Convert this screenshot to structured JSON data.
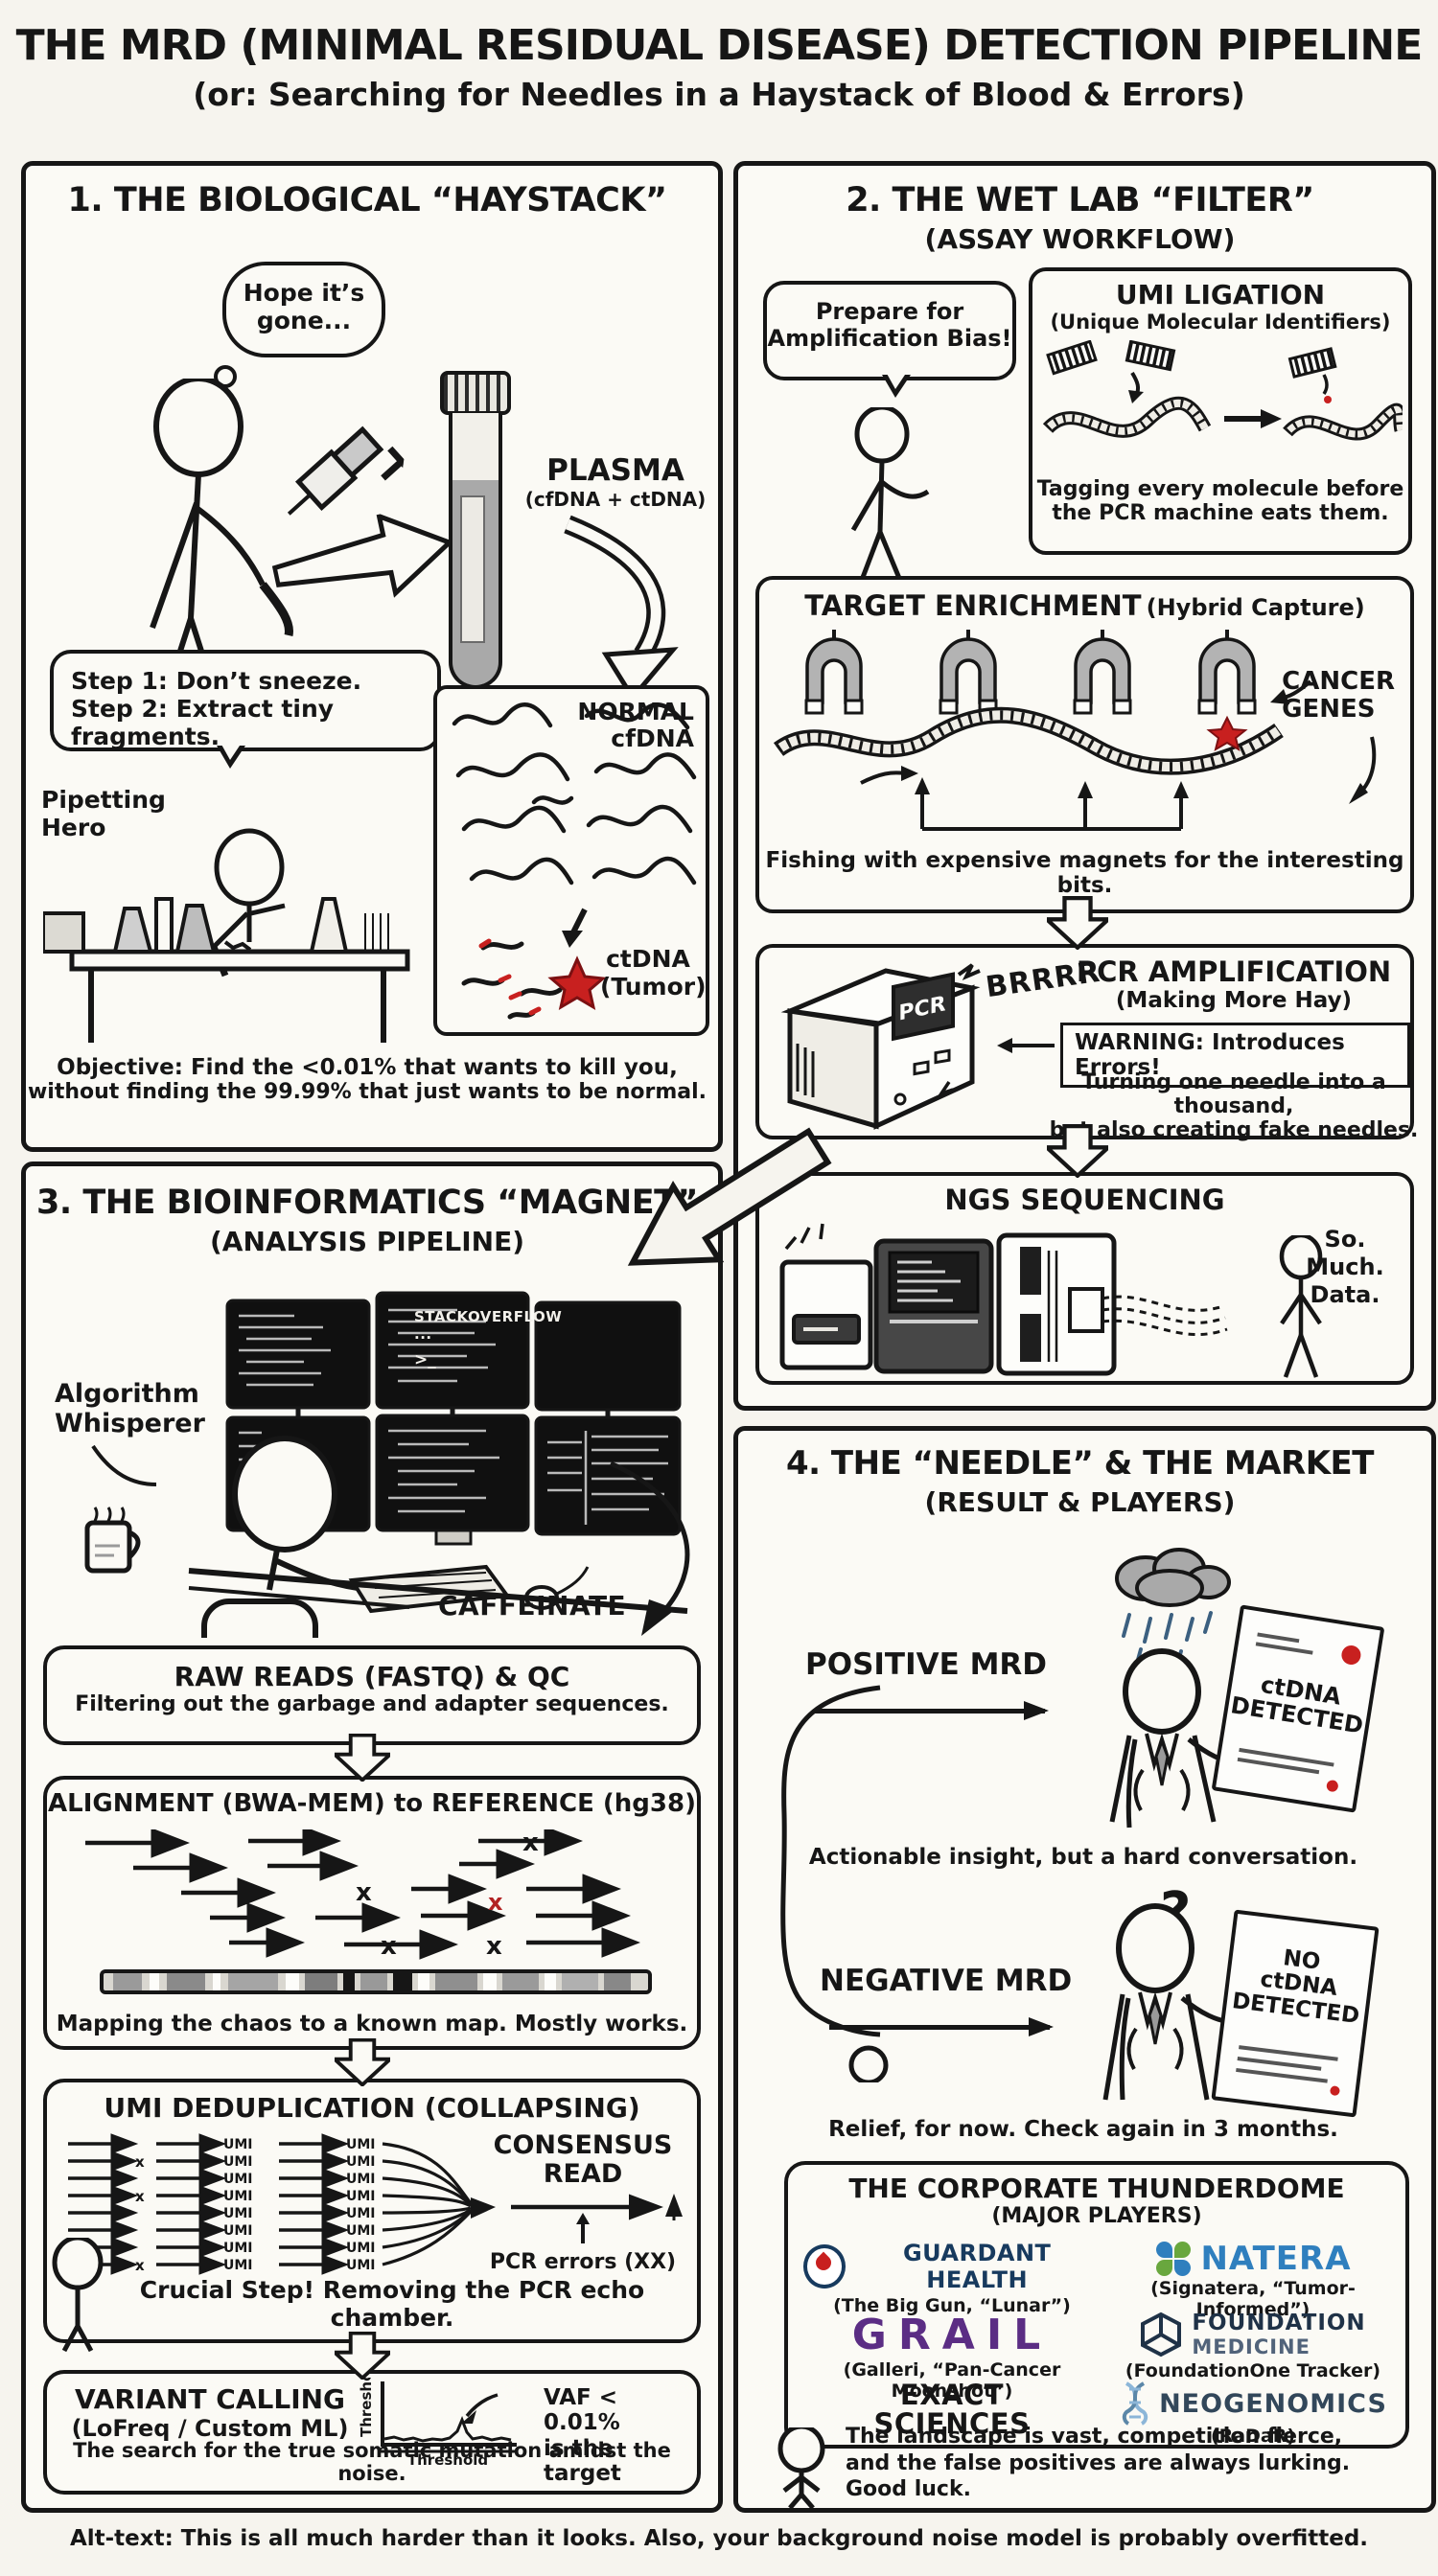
{
  "title": {
    "main": "THE MRD (MINIMAL RESIDUAL DISEASE) DETECTION PIPELINE",
    "sub": "(or: Searching for Needles in a Haystack of Blood & Errors)"
  },
  "panel1": {
    "heading": "1. THE BIOLOGICAL “HAYSTACK”",
    "thought1": "Hope it’s",
    "thought2": "gone...",
    "plasma": "PLASMA",
    "plasma_sub": "(cfDNA + ctDNA)",
    "step1": "Step 1: Don’t sneeze.",
    "step2": "Step 2: Extract tiny fragments.",
    "pipetting1": "Pipetting",
    "pipetting2": "Hero",
    "normal1": "NORMAL",
    "normal2": "cfDNA",
    "ctdna1": "ctDNA",
    "ctdna2": "(Tumor)",
    "objective1": "Objective: Find the <0.01% that wants to kill you,",
    "objective2": "without finding the 99.99% that just wants to be normal."
  },
  "panel2": {
    "heading": "2. THE WET LAB “FILTER”",
    "subheading": "(ASSAY WORKFLOW)",
    "bubble1": "Prepare for",
    "bubble2": "Amplification Bias!",
    "umi_title": "UMI LIGATION",
    "umi_sub": "(Unique Molecular Identifiers)",
    "umi_caption1": "Tagging every molecule before",
    "umi_caption2": "the PCR machine eats them.",
    "enrich_title": "TARGET ENRICHMENT",
    "enrich_paren": "(Hybrid Capture)",
    "cancer1": "CANCER",
    "cancer2": "GENES",
    "enrich_caption": "Fishing with expensive magnets for the interesting bits.",
    "pcr_title": "PCR AMPLIFICATION",
    "pcr_sub": "(Making More Hay)",
    "pcr_sound": "BRRRR",
    "pcr_screen": "PCR",
    "pcr_warning": "WARNING: Introduces Errors!",
    "pcr_caption1": "Turning one needle into a thousand,",
    "pcr_caption2": "but also creating fake needles.",
    "ngs_title": "NGS SEQUENCING",
    "ngs_quote1": "So. Much.",
    "ngs_quote2": "Data."
  },
  "panel3": {
    "heading": "3. THE BIOINFORMATICS “MAGNET”",
    "subheading": "(ANALYSIS PIPELINE)",
    "whisperer1": "Algorithm",
    "whisperer2": "Whisperer",
    "stackoverflow": "STACKOVERFLOW ...",
    "prompt": ">_",
    "caffeinate": "CAFFEINATE",
    "raw_title": "RAW READS (FASTQ) & QC",
    "raw_caption": "Filtering out the garbage and adapter sequences.",
    "align_title": "ALIGNMENT (BWA-MEM) to REFERENCE (hg38)",
    "align_x": "x",
    "align_caption": "Mapping the chaos to a known map. Mostly works.",
    "dedup_title": "UMI DEDUPLICATION (COLLAPSING)",
    "umi": "UMI",
    "consensus1": "CONSENSUS",
    "consensus2": "READ",
    "pcr_errors": "PCR errors (XX)",
    "dedup_caption": "Crucial Step! Removing the PCR echo chamber.",
    "variant_title": "VARIANT CALLING",
    "variant_sub": "(LoFreq / Custom ML)",
    "axis_y": "Threshold",
    "axis_x": "Threshold",
    "vaf1": "VAF < 0.01%",
    "vaf2": "is the target",
    "variant_caption": "The search for the true somatic mutation amidst the noise."
  },
  "panel4": {
    "heading": "4. THE “NEEDLE” & THE MARKET",
    "subheading": "(RESULT & PLAYERS)",
    "positive_label": "POSITIVE MRD",
    "pos_report1": "ctDNA",
    "pos_report2": "DETECTED",
    "positive_caption": "Actionable insight, but a hard conversation.",
    "question": "?",
    "negative_label": "NEGATIVE MRD",
    "neg_report1": "NO",
    "neg_report2": "ctDNA",
    "neg_report3": "DETECTED",
    "negative_caption": "Relief, for now. Check again in 3 months.",
    "dome_title": "THE CORPORATE THUNDERDOME",
    "dome_sub": "(MAJOR PLAYERS)",
    "companies": [
      {
        "name": "GUARDANT HEALTH",
        "tagline": "(The Big Gun, “Lunar”)"
      },
      {
        "name": "NATERA",
        "tagline": "(Signatera, “Tumor-Informed”)"
      },
      {
        "name": "GRAIL",
        "tagline": "(Galleri, “Pan-Cancer Moonshot”)"
      },
      {
        "name1": "FOUNDATION",
        "name2": "MEDICINE",
        "tagline": "(FoundationOne Tracker)"
      },
      {
        "name1": "EXACT",
        "name2": "SCIENCES",
        "tagline": ""
      },
      {
        "name": "NEOGENOMICS",
        "tagline": "(RaDaR)"
      }
    ],
    "closing1": "The landscape is vast, competition fierce,",
    "closing2": "and the false positives are always lurking.",
    "closing3": "Good luck."
  },
  "alt_text": "Alt-text: This is all much harder than it looks. Also, your background noise model is probably overfitted.",
  "colors": {
    "accent_red": "#c8201f",
    "guardant_navy": "#173a5e",
    "natera_blue": "#2f7fbe",
    "natera_green": "#69a73e",
    "grail_purple": "#5b2d84",
    "fm_navy": "#1f3247",
    "neo_slate": "#32475a",
    "neo_helix_blue": "#8cb6d8",
    "rain_blue": "#3c6080",
    "cloud_gray": "#a9a9a9"
  }
}
